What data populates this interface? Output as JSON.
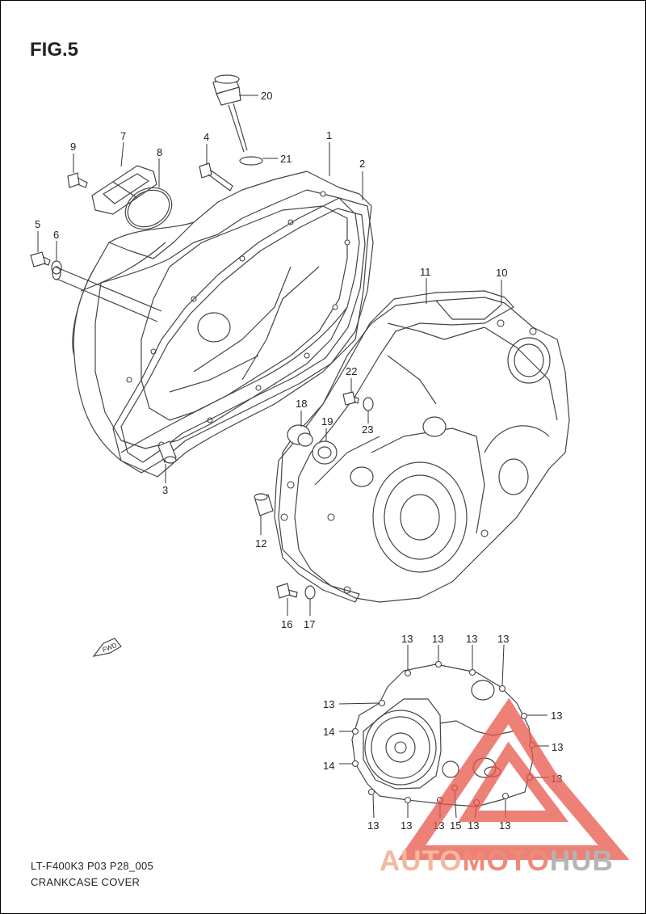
{
  "figure": {
    "title": "FIG.5",
    "model_code": "LT-F400K3 P03 P28_005",
    "section_name": "CRANKCASE COVER",
    "fwd_label": "FWD"
  },
  "callouts": [
    "20",
    "21",
    "1",
    "2",
    "9",
    "7",
    "8",
    "4",
    "5",
    "6",
    "11",
    "10",
    "22",
    "23",
    "18",
    "19",
    "3",
    "12",
    "16",
    "17"
  ],
  "gasket_callouts": [
    "13",
    "13",
    "13",
    "13",
    "13",
    "13",
    "14",
    "14",
    "13",
    "13",
    "13",
    "13",
    "13",
    "15",
    "13",
    "13"
  ],
  "watermark": {
    "part1": "AUTO",
    "part2": "MOTO",
    "part3": "HUB",
    "colors": {
      "part1": "#f3b89e",
      "part2": "#ee8a78",
      "part3": "#b4b4b4",
      "triangle": "#e8574a"
    }
  }
}
